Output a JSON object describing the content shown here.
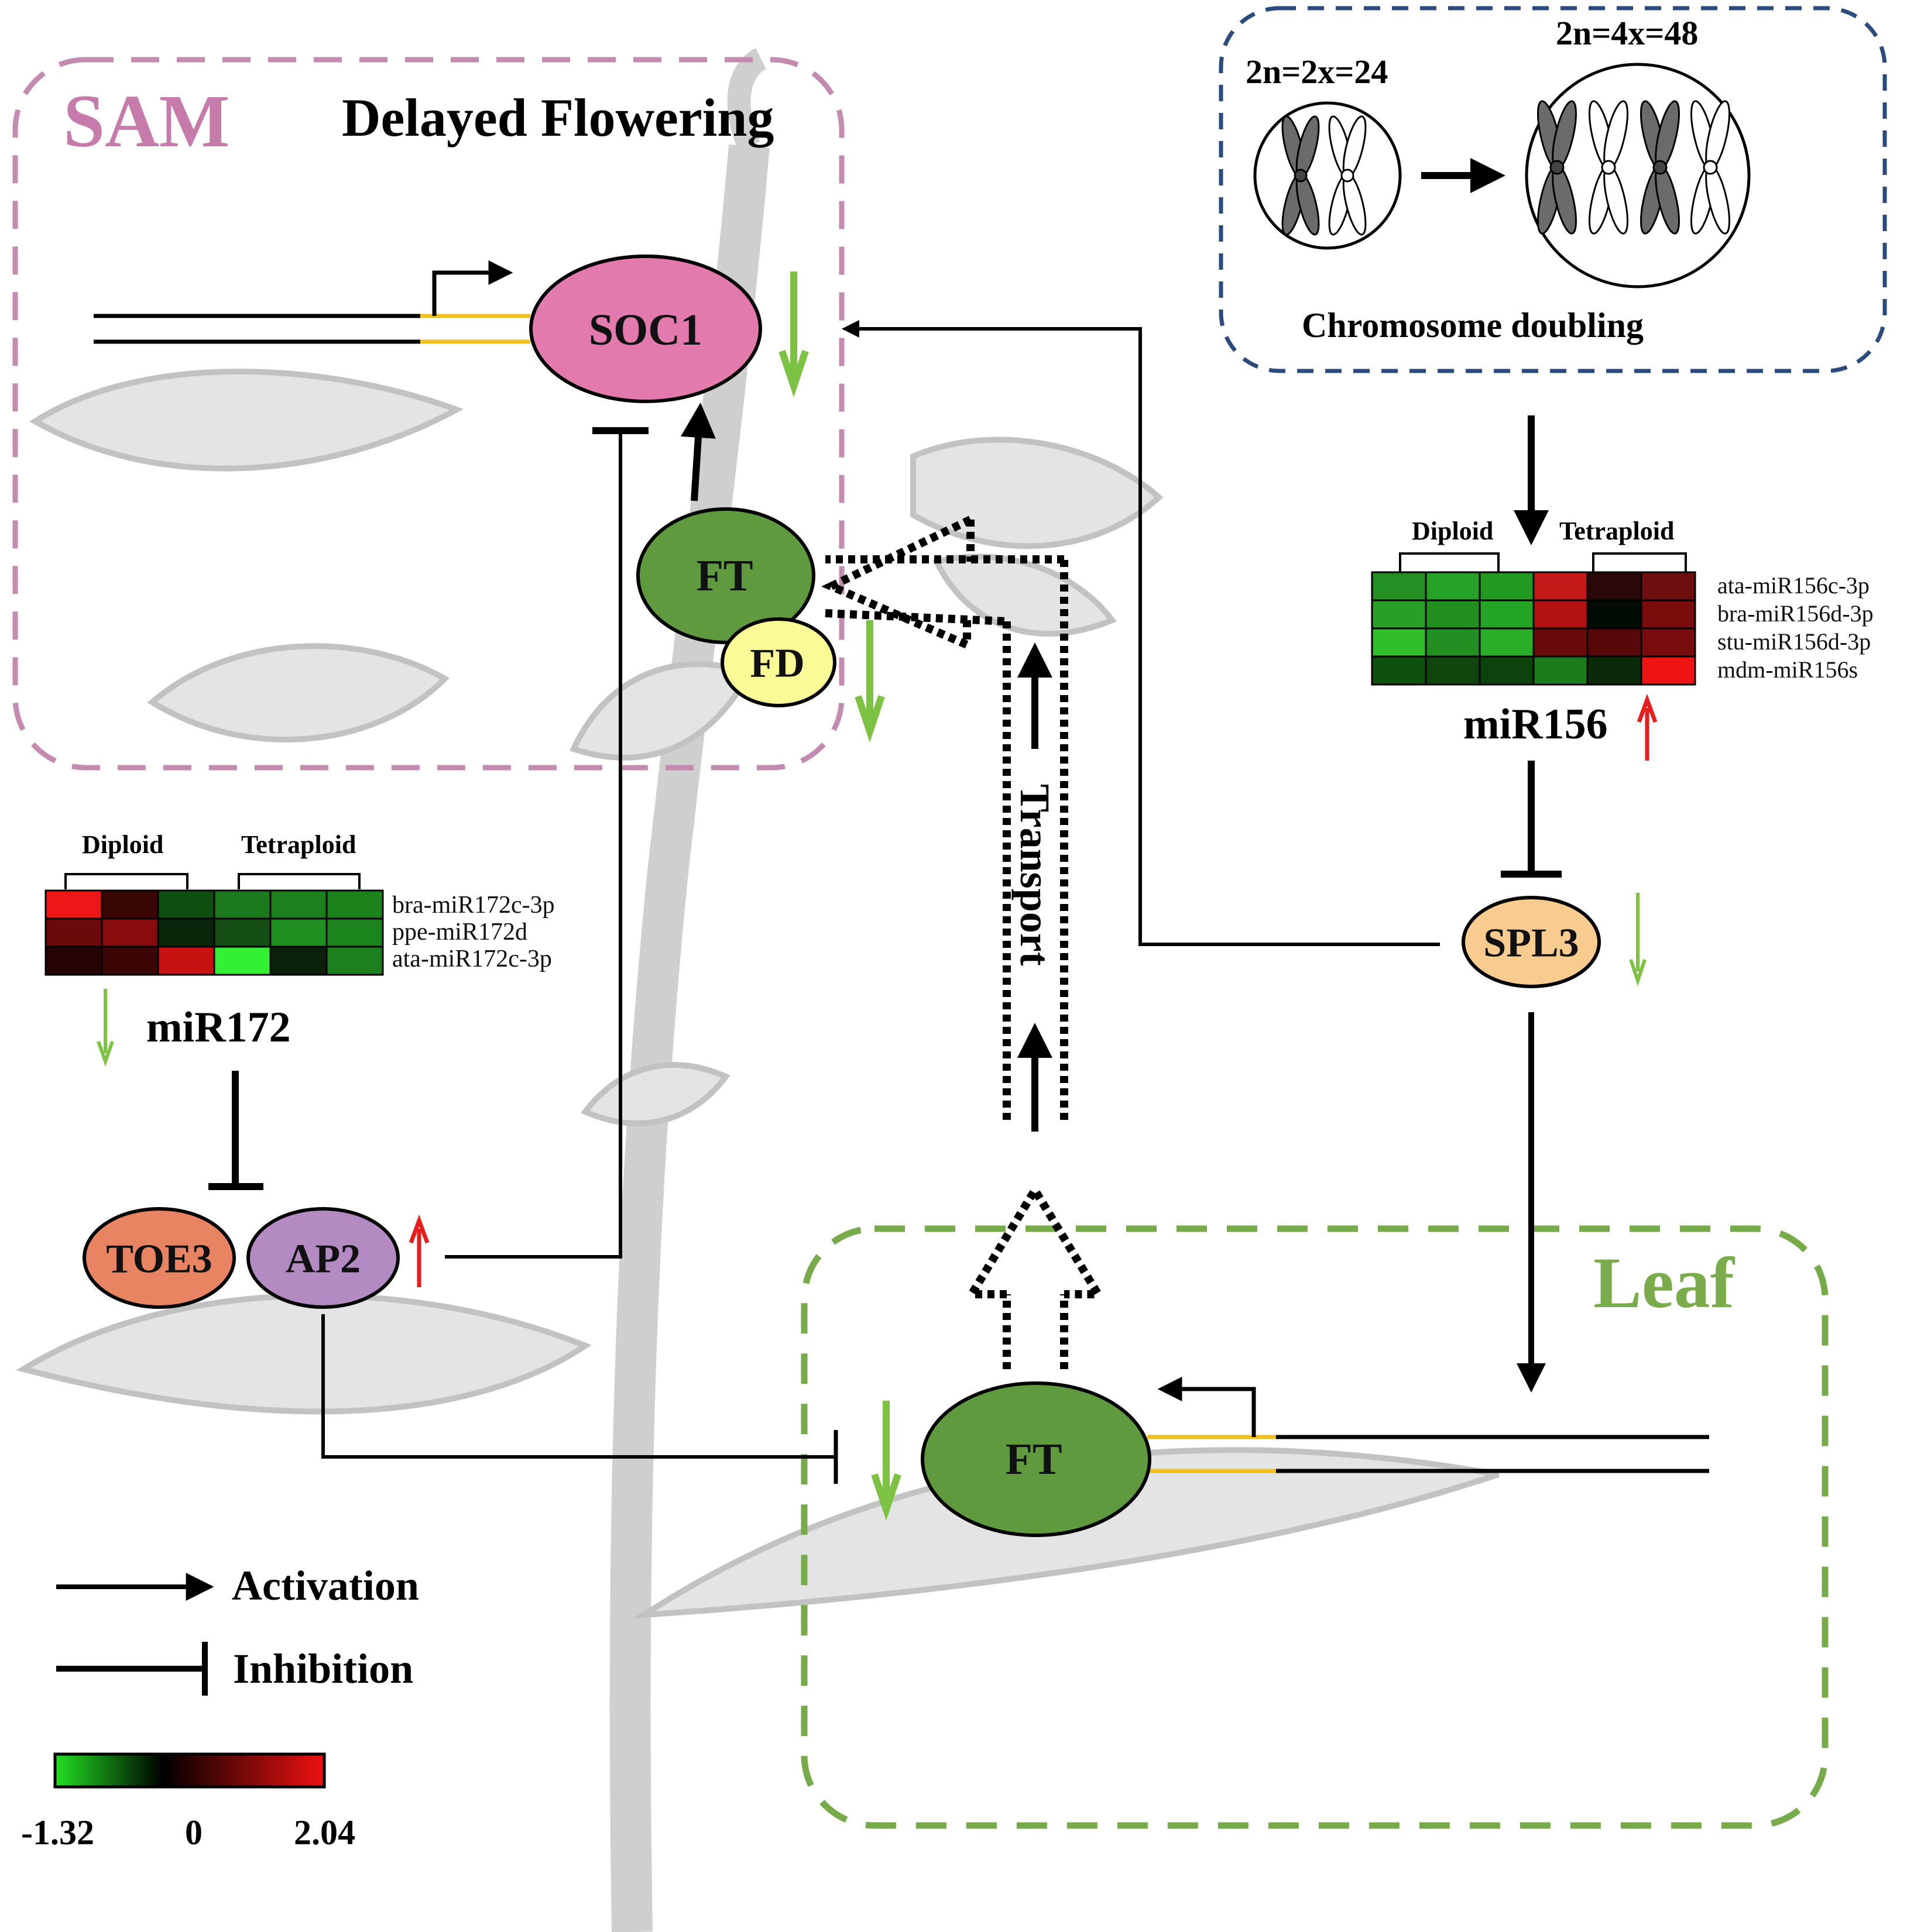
{
  "regions": {
    "sam": "SAM",
    "delayed_flowering": "Delayed Flowering",
    "leaf": "Leaf",
    "chromosome_doubling": "Chromosome doubling"
  },
  "ploidy": {
    "diploid_formula": "2n=2x=24",
    "tetraploid_formula": "2n=4x=48"
  },
  "nodes": {
    "soc1": "SOC1",
    "ft_sam": "FT",
    "fd": "FD",
    "spl3": "SPL3",
    "toe3": "TOE3",
    "ap2": "AP2",
    "ft_leaf": "FT"
  },
  "transport_label": "Transport",
  "colors": {
    "sam_border": "#c48bb0",
    "sam_text": "#c77bab",
    "leaf_border": "#77ab4a",
    "leaf_text": "#7aac4b",
    "chrom_border": "#2b4a7e",
    "soc1_fill": "#e27aad",
    "ft_fill": "#5f9a3e",
    "fd_fill": "#fafa96",
    "spl3_fill": "#f8cc8e",
    "toe3_fill": "#e88461",
    "ap2_fill": "#b48ac2",
    "down_arrow": "#7dc242",
    "up_arrow": "#e61e1e",
    "promoter": "#f0c020"
  },
  "heatmap_mir156": {
    "title": "miR156",
    "group_labels": [
      "Diploid",
      "Tetraploid"
    ],
    "rows": [
      "ata-miR156c-3p",
      "bra-miR156d-3p",
      "stu-miR156d-3p",
      "mdm-miR156s"
    ],
    "trend": "up"
  },
  "heatmap_mir172": {
    "title": "miR172",
    "group_labels": [
      "Diploid",
      "Tetraploid"
    ],
    "rows": [
      "bra-miR172c-3p",
      "ppe-miR172d",
      "ata-miR172c-3p"
    ],
    "trend": "down"
  },
  "legend": {
    "activation": "Activation",
    "inhibition": "Inhibition",
    "scale_min": "-1.32",
    "scale_mid": "0",
    "scale_max": "2.04"
  },
  "expression_changes": {
    "soc1": "down",
    "ft_fd": "down",
    "spl3": "down",
    "ap2": "up",
    "ft_leaf": "down",
    "mir156": "up",
    "mir172": "down"
  }
}
